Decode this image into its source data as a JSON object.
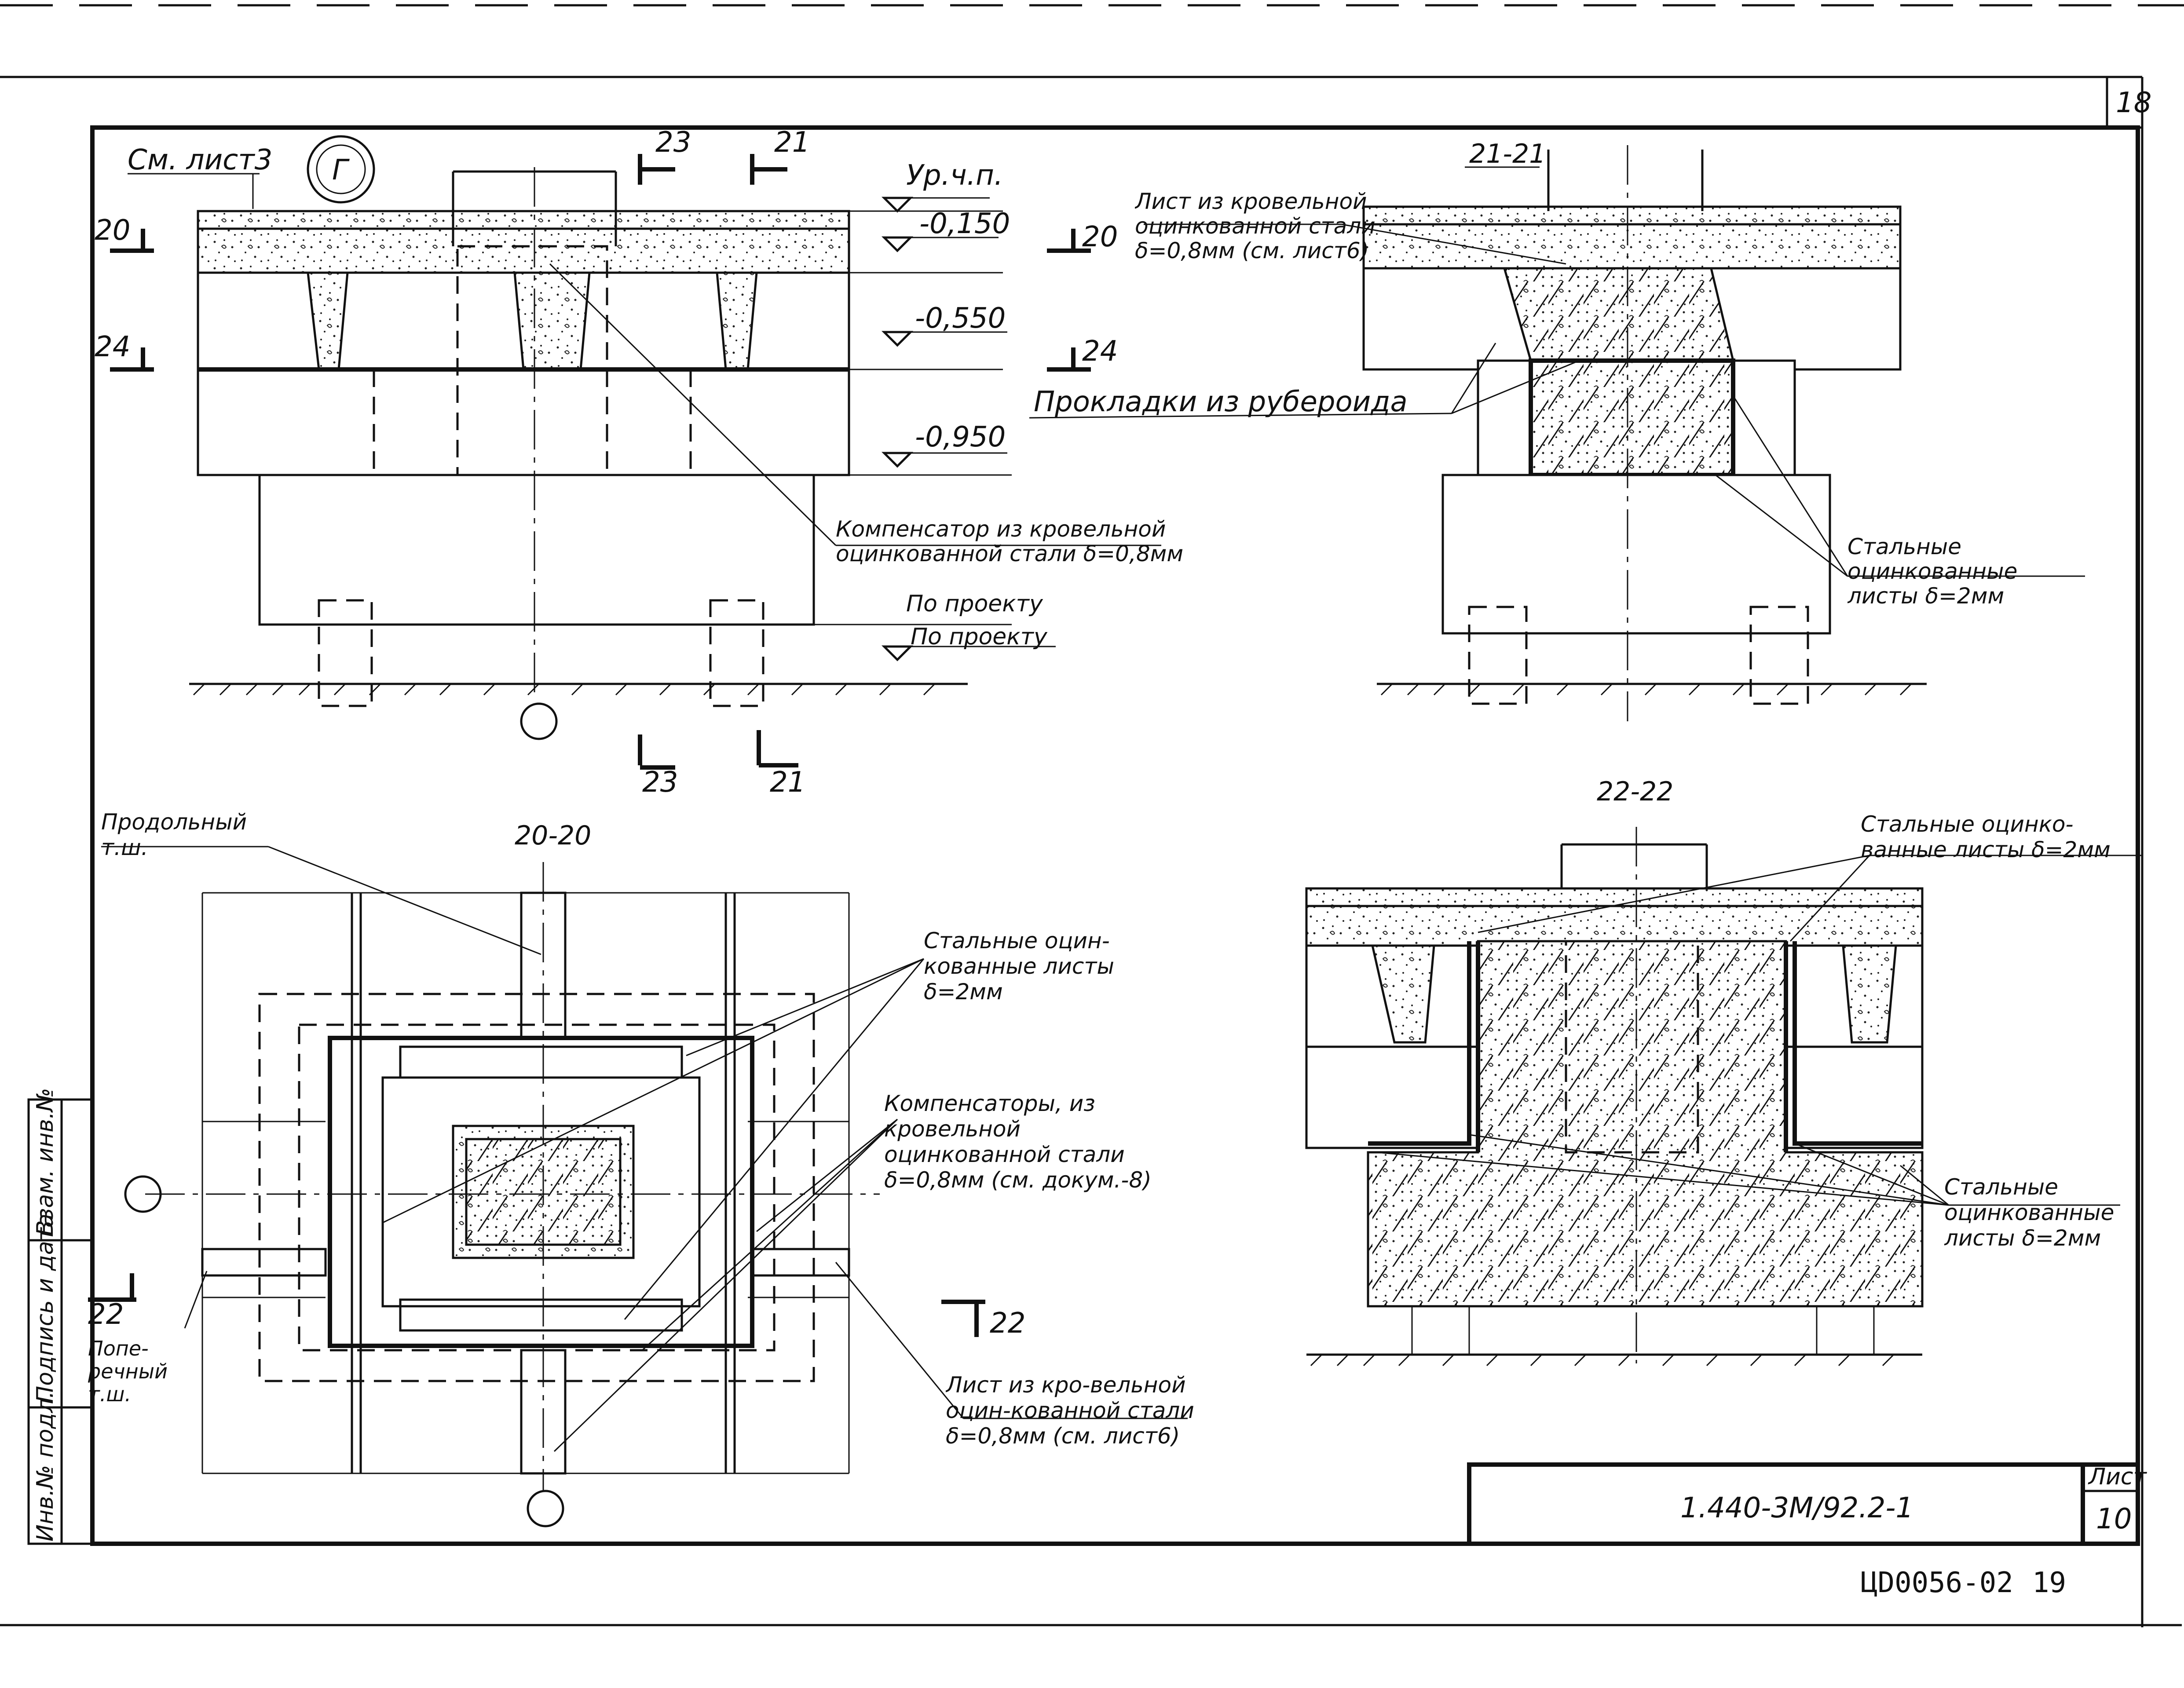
{
  "sheet": {
    "sheet_corner_number": "18",
    "doc_code": "1.440-3М/92.2-1",
    "list_header": "Лист",
    "list_number": "10",
    "archive_code": "ЦD0056-02",
    "archive_page": "19",
    "stamp_columns": [
      "Инв.№ подл.",
      "Подпись и дата",
      "Взам. инв.№"
    ]
  },
  "node": {
    "marker": "Г"
  },
  "view_top_left": {
    "ref_sheet": "См. лист3",
    "section_marks": [
      "23",
      "21",
      "20",
      "24"
    ],
    "bottom_marks": [
      "23",
      "21"
    ],
    "level_floor": "Ур.ч.п.",
    "levels": [
      "-0,150",
      "-0,550",
      "-0,950"
    ],
    "by_project_1": "По проекту",
    "by_project_2": "По проекту",
    "compensator": "Компенсатор из кровельной оцинкованной стали δ=0,8мм"
  },
  "view_21": {
    "title": "21-21",
    "sheet_note": "Лист из кровельной оцинкованной стали δ=0,8мм (см. лист6)",
    "mark_20": "20",
    "mark_24": "24",
    "pads": "Прокладки из рубероида",
    "steel_sheets": "Стальные оцинкованные листы δ=2мм"
  },
  "view_20": {
    "title": "20-20",
    "longitudinal": "Продольный т.ш.",
    "transverse": "Попе-речный т.ш.",
    "steel_sheets": "Стальные оцин-кованные листы δ=2мм",
    "compensators": "Компенсаторы, из кровельной оцинкованной стали δ=0,8мм (см. докум.-8)",
    "sheet_note": "Лист из кро-вельной оцин-кованной стали δ=0,8мм (см. лист6)",
    "mark_22_left": "22",
    "mark_22_right": "22"
  },
  "view_22": {
    "title": "22-22",
    "steel_top": "Стальные оцинко-ванные листы δ=2мм",
    "steel_bottom": "Стальные оцинкованные листы δ=2мм"
  }
}
